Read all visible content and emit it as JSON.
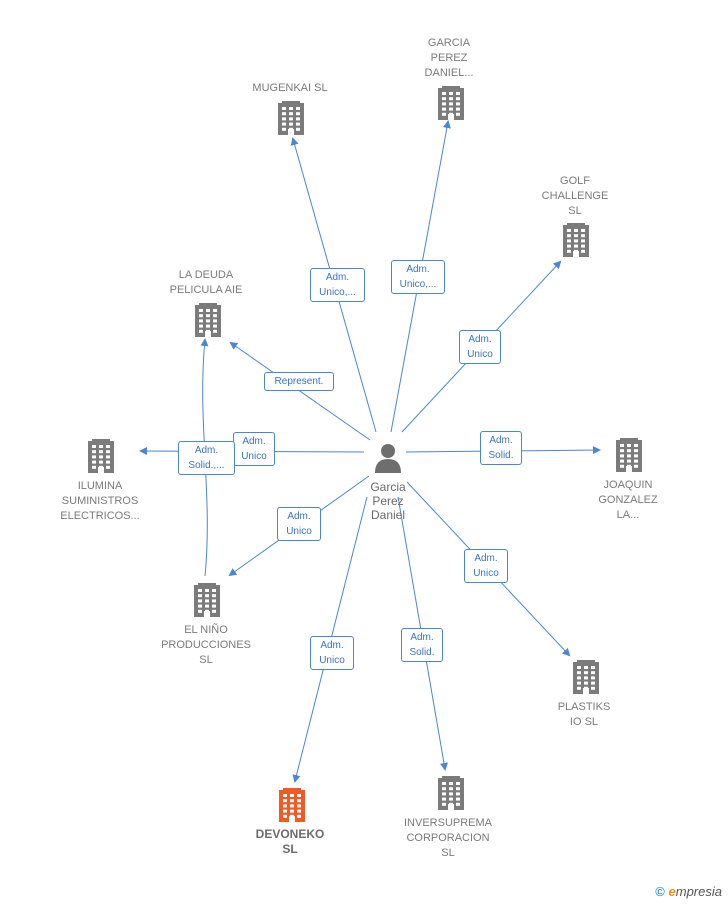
{
  "colors": {
    "edge": "#4a86d4",
    "building": "#7b7b7b",
    "highlight": "#f05a24",
    "person": "#6e6e6e"
  },
  "center": {
    "label": "Garcia\nPerez\nDaniel",
    "icon": "person-icon"
  },
  "nodes": [
    {
      "id": "mugenkai",
      "label": "MUGENKAI  SL",
      "icon": "building-icon"
    },
    {
      "id": "garcia-perez",
      "label": "GARCIA\nPEREZ\nDANIEL...",
      "icon": "building-icon"
    },
    {
      "id": "golf",
      "label": "GOLF\nCHALLENGE\nSL",
      "icon": "building-icon"
    },
    {
      "id": "la-deuda",
      "label": "LA DEUDA\nPELICULA AIE",
      "icon": "building-icon"
    },
    {
      "id": "ilumina",
      "label": "ILUMINA\nSUMINISTROS\nELECTRICOS...",
      "icon": "building-icon"
    },
    {
      "id": "joaquin",
      "label": "JOAQUIN\nGONZALEZ\nLA...",
      "icon": "building-icon"
    },
    {
      "id": "el-nino",
      "label": "EL NIÑO\nPRODUCCIONES\nSL",
      "icon": "building-icon"
    },
    {
      "id": "plastiks",
      "label": "PLASTIKS\nIO  SL",
      "icon": "building-icon"
    },
    {
      "id": "devoneko",
      "label": "DEVONEKO\nSL",
      "icon": "building-icon",
      "highlight": true
    },
    {
      "id": "inversuprema",
      "label": "INVERSUPREMA\nCORPORACION\nSL",
      "icon": "building-icon"
    }
  ],
  "edges": [
    {
      "to": "mugenkai",
      "label": "Adm.\nUnico,..."
    },
    {
      "to": "garcia-perez",
      "label": "Adm.\nUnico,..."
    },
    {
      "to": "golf",
      "label": "Adm.\nUnico"
    },
    {
      "to": "la-deuda",
      "label": "Represent."
    },
    {
      "to": "ilumina",
      "label": "Adm.\nUnico"
    },
    {
      "to": "joaquin",
      "label": "Adm.\nSolid."
    },
    {
      "to": "el-nino",
      "label": "Adm.\nUnico"
    },
    {
      "to": "plastiks",
      "label": "Adm.\nUnico"
    },
    {
      "to": "devoneko",
      "label": "Adm.\nUnico"
    },
    {
      "to": "inversuprema",
      "label": "Adm.\nSolid."
    },
    {
      "from": "el-nino",
      "to": "la-deuda",
      "label": "Adm.\nSolid.,..."
    }
  ],
  "footer": {
    "copyright": "©",
    "brand_initial": "e",
    "brand_rest": "mpresia"
  }
}
